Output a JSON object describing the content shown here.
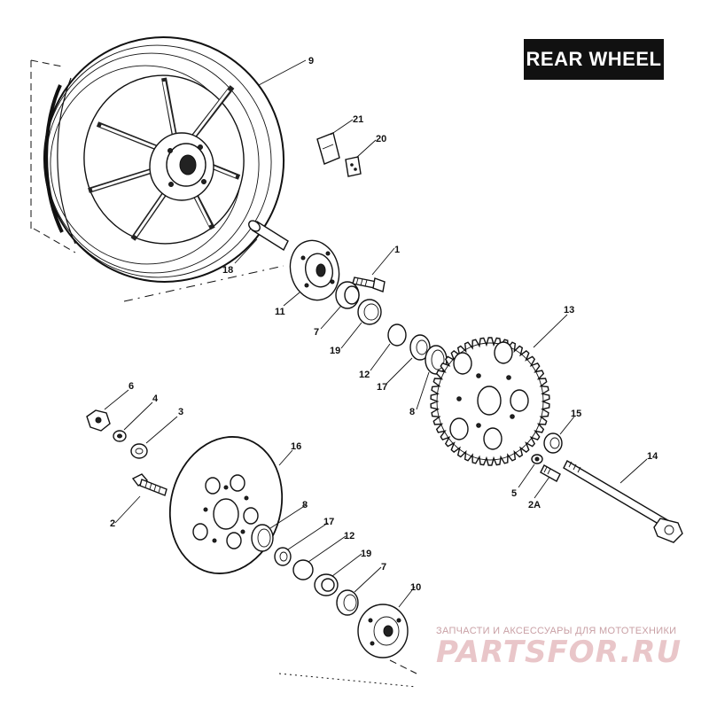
{
  "title": "REAR WHEEL",
  "watermark": {
    "tagline": "ЗАПЧАСТИ И АКСЕССУАРЫ ДЛЯ МОТОТЕХНИКИ",
    "logo": "PARTSFOR.RU"
  },
  "callouts": {
    "c1": "1",
    "c2": "2",
    "c2a": "2A",
    "c3": "3",
    "c4": "4",
    "c5": "5",
    "c6": "6",
    "c7a": "7",
    "c7b": "7",
    "c8a": "8",
    "c8b": "8",
    "c9": "9",
    "c10": "10",
    "c11": "11",
    "c12a": "12",
    "c12b": "12",
    "c13": "13",
    "c14": "14",
    "c15": "15",
    "c16": "16",
    "c17a": "17",
    "c17b": "17",
    "c18": "18",
    "c19a": "19",
    "c19b": "19",
    "c20": "20",
    "c21": "21"
  }
}
